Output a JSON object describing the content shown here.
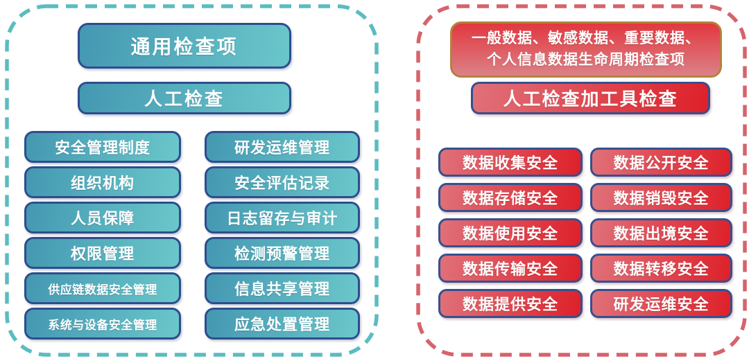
{
  "left_panel": {
    "title": "通用检查项",
    "method": "人工检查",
    "items_col1": [
      "安全管理制度",
      "组织机构",
      "人员保障",
      "权限管理",
      "供应链数据安全管理",
      "系统与设备安全管理"
    ],
    "items_col2": [
      "研发运维管理",
      "安全评估记录",
      "日志留存与审计",
      "检测预警管理",
      "信息共享管理",
      "应急处置管理"
    ],
    "colors": {
      "dash_border": "#5BBCC1",
      "box_gradient_start": "#4498B2",
      "box_gradient_end": "#6AC7CA",
      "box_border": "#2E4D8C",
      "text": "#FFFFFF"
    }
  },
  "right_panel": {
    "title_line1": "一般数据、敏感数据、重要数据、",
    "title_line2": "个人信息数据生命周期检查项",
    "method": "人工检查加工具检查",
    "items_col1": [
      "数据收集安全",
      "数据存储安全",
      "数据使用安全",
      "数据传输安全",
      "数据提供安全"
    ],
    "items_col2": [
      "数据公开安全",
      "数据销毁安全",
      "数据出境安全",
      "数据转移安全",
      "研发运维安全"
    ],
    "colors": {
      "dash_border": "#D6636C",
      "box_gradient_start": "#E0717A",
      "box_gradient_end": "#DE2029",
      "title_gradient_top": "#E2383F",
      "title_gradient_bottom": "#DB8187",
      "title_border": "#B5813D",
      "box_border": "#35508F",
      "text": "#FFFFFF"
    }
  }
}
